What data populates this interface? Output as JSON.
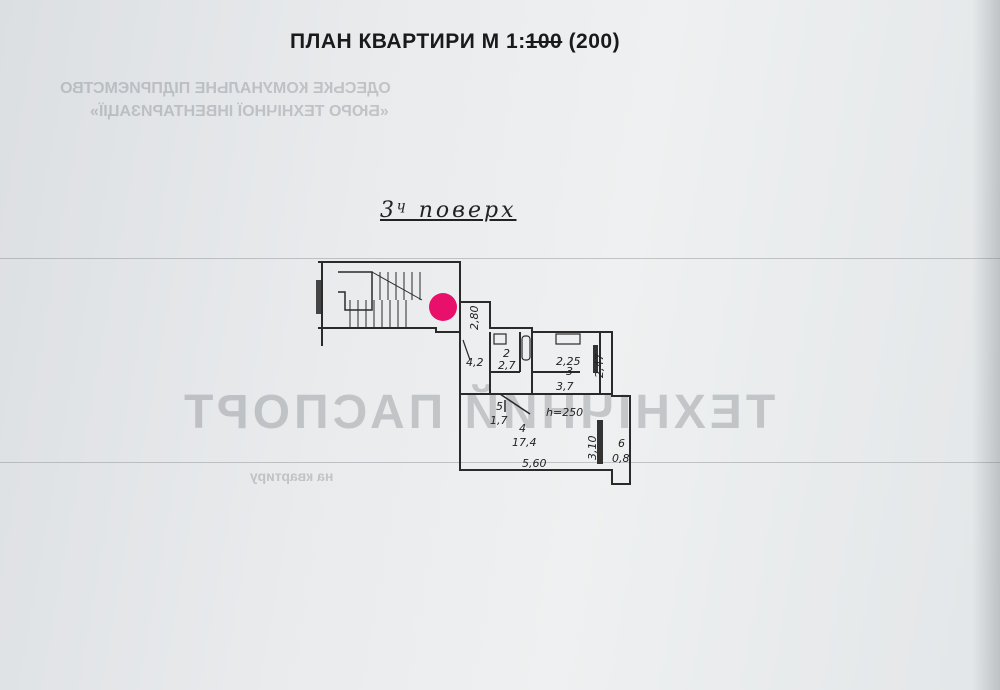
{
  "document": {
    "title_prefix": "ПЛАН КВАРТИРИ М 1:",
    "title_struck": "100",
    "title_suffix": " (200)",
    "floor_label": "3ᶣ поверх"
  },
  "show_through": {
    "heading": "ТЕХНІЧНИЙ ПАСПОРТ",
    "line1": "ОДЕСЬКЕ КОМУНАЛЬНЕ ПІДПРИЄМСТВО",
    "line2": "«БЮРО ТЕХНІЧНОЇ ІНВЕНТАРИЗАЦІЇ»",
    "subline": "на квартиру"
  },
  "floor_plan": {
    "labels": {
      "corridor_height": "2,80",
      "room1_area": "4,2",
      "room2": "2",
      "room2_area": "2,7",
      "room3_width": "2,25",
      "room3": "3",
      "room3_area": "3,7",
      "right_dim": "2,47",
      "room5": "5",
      "room5_area": "1,7",
      "ceiling": "h=250",
      "room4": "4",
      "room4_area": "17,4",
      "bottom_dim": "5,60",
      "room6": "6",
      "room6_area": "0,8",
      "balcony_dim": "3,10"
    },
    "marker_color": "#e8106a"
  }
}
